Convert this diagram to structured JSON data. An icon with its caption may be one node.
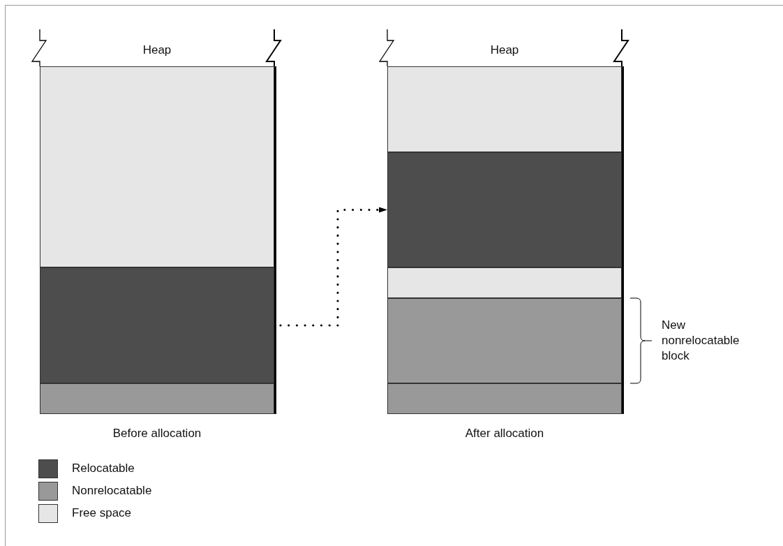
{
  "diagram": {
    "nodes": [
      {
        "text": [
          "Heap"
        ],
        "beside": [
          "Before allocation"
        ]
      },
      {
        "text": [],
        "shape": "box",
        "in": 0
      },
      {
        "text": [],
        "shape": "box",
        "in": 0
      },
      {
        "text": [],
        "shape": "box",
        "in": 0
      },
      {
        "text": [
          "Heap"
        ],
        "beside": [
          "After allocation"
        ]
      },
      {
        "text": [],
        "shape": "box",
        "in": 4
      },
      {
        "text": [],
        "shape": "box",
        "in": 4
      },
      {
        "text": [],
        "shape": "box",
        "in": 4
      },
      {
        "text": [],
        "shape": "box",
        "in": 4
      },
      {
        "text": [],
        "shape": "box",
        "in": 4
      }
    ],
    "edges": [
      {
        "from": 2,
        "to": 6,
        "arrow": "to",
        "style": "dashed"
      }
    ],
    "labels": [
      "New nonrelocatable block"
    ],
    "legend": [
      {
        "text": "Relocatable",
        "color": "#4d4d4d"
      },
      {
        "text": "Nonrelocatable",
        "color": "#999999"
      },
      {
        "text": "Free space",
        "color": "#e6e6e6"
      }
    ]
  }
}
